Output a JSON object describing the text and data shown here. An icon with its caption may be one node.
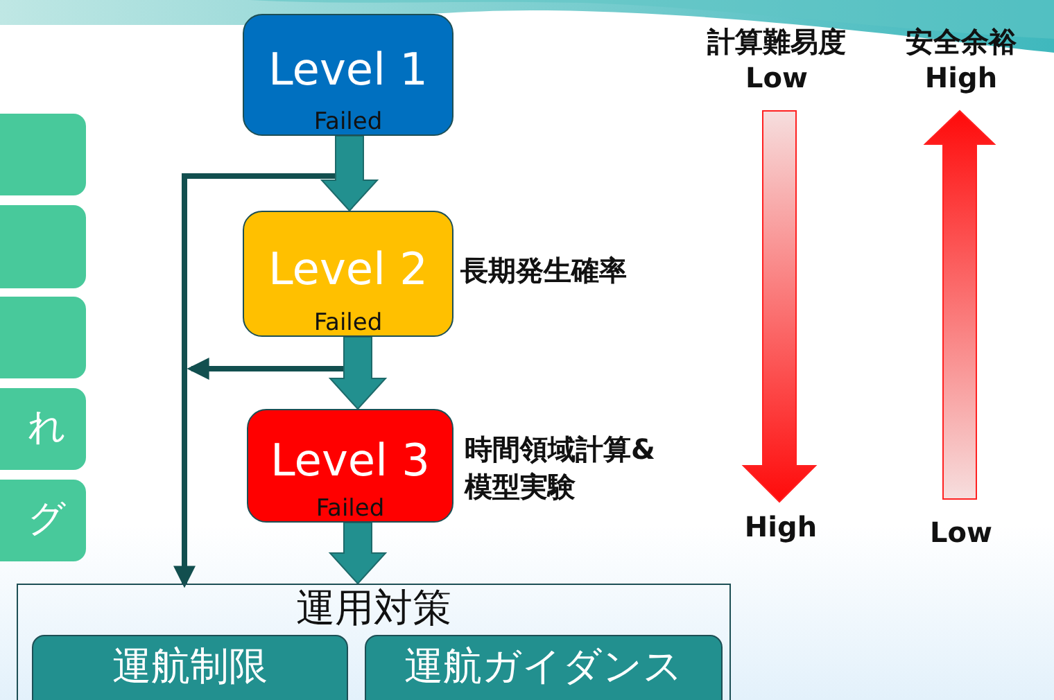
{
  "diagram": {
    "nodes": [
      {
        "text": [
          "Level 1",
          "Failed"
        ]
      },
      {
        "text": [
          "Level 2",
          "Failed"
        ],
        "beside": [
          "長期発生確率"
        ]
      },
      {
        "text": [
          "Level 3",
          "Failed"
        ],
        "beside": [
          "時間領域計算&模型実験"
        ]
      },
      {
        "text": [
          "運用対策"
        ]
      },
      {
        "text": [
          "運航制限"
        ],
        "in": 3
      },
      {
        "text": [
          "運航ガイダンス"
        ],
        "in": 3
      },
      {
        "text": [],
        "shape": "box"
      },
      {
        "text": [],
        "shape": "box"
      },
      {
        "text": [],
        "shape": "box"
      },
      {
        "text": [
          "れ"
        ]
      },
      {
        "text": [
          "グ"
        ]
      }
    ],
    "edges": [
      {
        "from": 0,
        "to": 1,
        "arrow": "to",
        "style": "thick"
      },
      {
        "from": 1,
        "to": 2,
        "arrow": "to",
        "style": "thick"
      },
      {
        "from": 2,
        "to": 3,
        "arrow": "to",
        "style": "thick"
      },
      {
        "from": 0,
        "to": 3,
        "arrow": "to"
      },
      {
        "from": 1,
        "to": null,
        "arrow": "to"
      }
    ],
    "labels": [
      "計算難易度",
      "Low",
      "安全余裕",
      "High",
      "High",
      "Low"
    ]
  }
}
